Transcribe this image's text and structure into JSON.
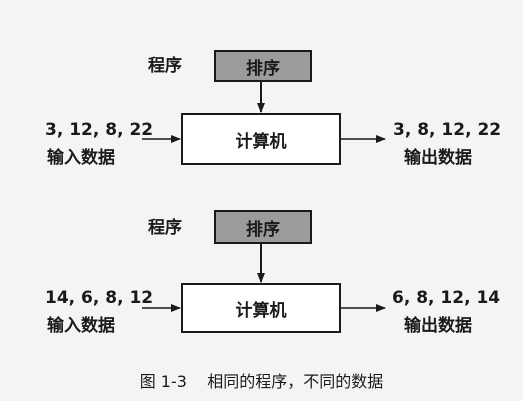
{
  "diagram_1": {
    "program_label": "程序",
    "program_box": "排序",
    "computer_box": "计算机",
    "input_values": "3, 12, 8, 22",
    "input_label": "输入数据",
    "output_values": "3, 8, 12, 22",
    "output_label": "输出数据"
  },
  "diagram_2": {
    "program_label": "程序",
    "program_box": "排序",
    "computer_box": "计算机",
    "input_values": "14, 6, 8, 12",
    "input_label": "输入数据",
    "output_values": "6, 8, 12, 14",
    "output_label": "输出数据"
  },
  "caption": "图 1-3    相同的程序，不同的数据",
  "colors": {
    "program_box_fill": "#9b9b9b",
    "computer_box_fill": "#ffffff",
    "ink": "#1a1a1a"
  }
}
